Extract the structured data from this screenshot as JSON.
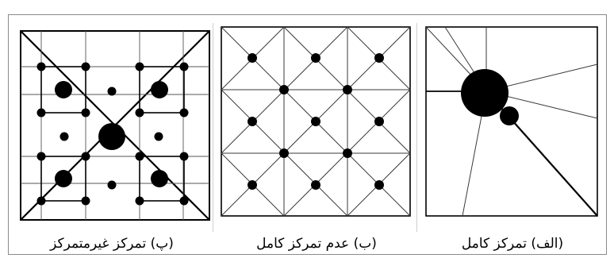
{
  "captions": {
    "decentralized": "(پ) تمرکز غیرمتمرکز",
    "no_centralization": "(ب) عدم تمرکز کامل",
    "full_centralization": "(الف) تمرکز کامل"
  },
  "colors": {
    "line": "#000000",
    "thin_line": "#4a4a4a",
    "node": "#000000",
    "frame": "#8a8a8a"
  }
}
